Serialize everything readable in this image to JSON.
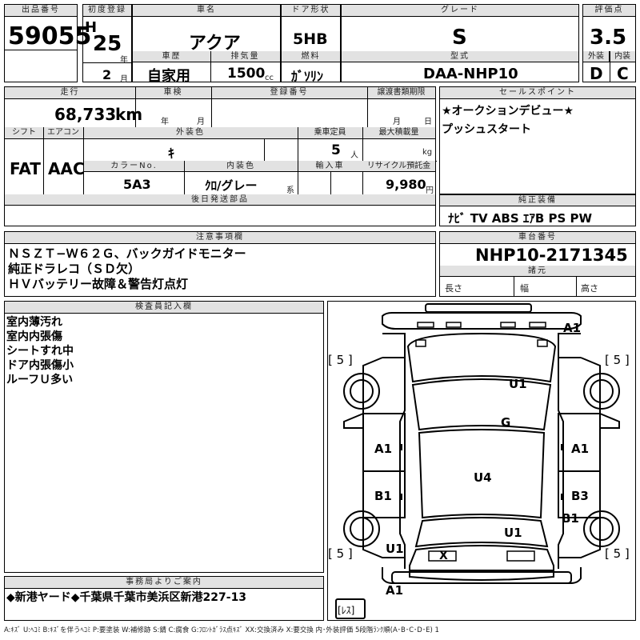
{
  "header": {
    "lot_label": "出品番号",
    "lot": "59055",
    "first_reg_label": "初度登録",
    "era": "H",
    "year": "25",
    "year_unit": "年",
    "month": "2",
    "month_unit": "月",
    "car_name_label": "車名",
    "car_name": "アクア",
    "history_label": "車歴",
    "history": "自家用",
    "disp_label": "排気量",
    "disp": "1500",
    "disp_unit": "cc",
    "door_label": "ドア形状",
    "door": "5HB",
    "fuel_label": "燃料",
    "fuel": "ｶﾞｿﾘﾝ",
    "grade_label": "グレード",
    "grade": "S",
    "model_label": "型式",
    "model": "DAA-NHP10",
    "score_label": "評価点",
    "score": "3.5",
    "ext_label": "外装",
    "ext": "D",
    "int_label": "内装",
    "int": "C"
  },
  "row2": {
    "mileage_label": "走行",
    "mileage": "68,733",
    "mileage_unit": "km",
    "inspection_label": "車検",
    "insp_year_unit": "年",
    "insp_month_unit": "月",
    "regno_label": "登録番号",
    "transfer_label": "譲渡書類期限",
    "tr_month_unit": "月",
    "tr_day_unit": "日",
    "shift_label": "シフト",
    "shift": "FAT",
    "ac_label": "エアコン",
    "ac": "AAC",
    "ext_color_label": "外装色",
    "ext_color": "ｷ",
    "capacity_label": "乗車定員",
    "capacity": "5",
    "capacity_unit": "人",
    "load_label": "最大積載量",
    "load_unit": "kg",
    "colorno_label": "カラーNo.",
    "colorno": "5A3",
    "int_color_label": "内装色",
    "int_color": "ｸﾛ/グレー",
    "int_color_unit": "系",
    "import_label": "輸入車",
    "recycle_label": "リサイクル預託金",
    "recycle": "9,980",
    "recycle_unit": "円",
    "later_label": "後日発送部品"
  },
  "selling": {
    "label": "セールスポイント",
    "lines": [
      "★オークションデビュー★",
      "プッシュスタート"
    ]
  },
  "equipment": {
    "label": "純正装備",
    "value": "ﾅﾋﾞ TV ABS ｴｱB PS PW"
  },
  "caution": {
    "label": "注意事項欄",
    "lines": [
      "ＮＳＺＴ−Ｗ６２Ｇ、バックガイドモニター",
      "純正ドラレコ（ＳＤ欠）",
      "ＨＶバッテリー故障＆警告灯点灯"
    ]
  },
  "chassis": {
    "label": "車台番号",
    "value": "NHP10-2171345",
    "spec_label": "諸元",
    "length_label": "長さ",
    "width_label": "幅",
    "height_label": "高さ"
  },
  "inspector": {
    "label": "検査員記入欄",
    "lines": [
      "室内薄汚れ",
      "室内内張傷",
      "シートすれ中",
      "ドア内張傷小",
      "ルーフＵ多い"
    ]
  },
  "diagram": {
    "marks": {
      "front_bumper": "A1",
      "hood": "U1",
      "windshield": "G",
      "left_front_door": "A1",
      "right_front_door": "A1",
      "roof": "U4",
      "left_rear_door": "B1",
      "right_rear_door": "B3",
      "right_rear_fender": "B1",
      "trunk": "U1",
      "left_rear_fender": "U1",
      "rear_bumper": "A1",
      "rear_panel": "X"
    },
    "tire_fl": "[ 5 ]",
    "tire_fr": "[ 5 ]",
    "tire_rl": "[ 5 ]",
    "tire_rr": "[ 5 ]",
    "spare": "[ﾚｽ]"
  },
  "office": {
    "label": "事務局よりご案内",
    "text": "◆新港ヤード◆千葉県千葉市美浜区新港227-13"
  },
  "legend": "A:ｷｽﾞ U:ﾍｺﾐ B:ｷｽﾞを伴うﾍｺﾐ P:要塗装 W:補修跡 S:錆 C:腐食 G:ﾌﾛﾝﾄｶﾞﾗｽ点ｷｽﾞ XX:交換済み X:要交換 内･外装評価 5段階ﾗﾝｸ順(A･B･C･D･E) 1"
}
